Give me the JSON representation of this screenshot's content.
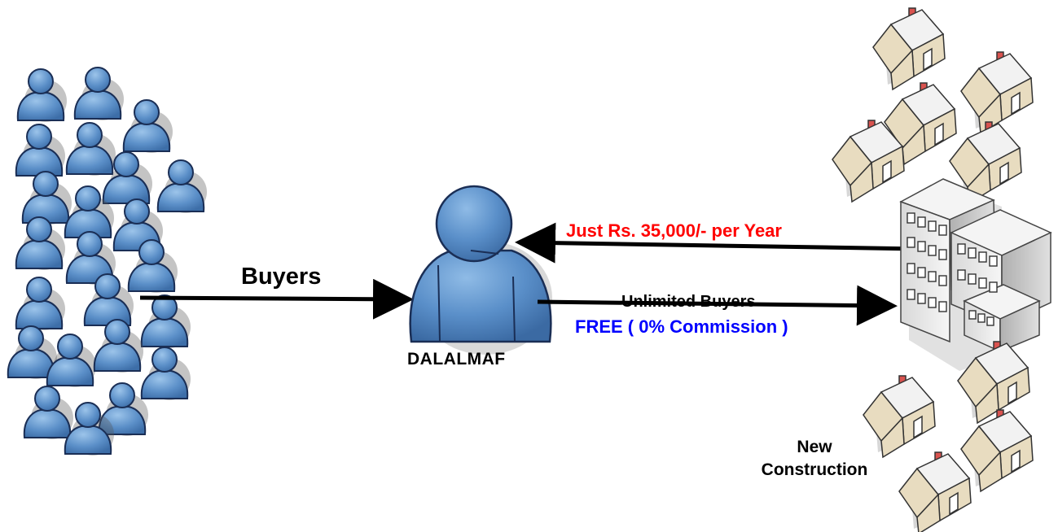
{
  "diagram": {
    "buyers_label": "Buyers",
    "hub_label": "DALALMAF",
    "price_label": "Just Rs. 35,000/- per Year",
    "unlimited_label": "Unlimited Buyers",
    "free_label": "FREE  ( 0% Commission )",
    "new_construction_line1": "New",
    "new_construction_line2": "Construction"
  },
  "colors": {
    "person": "#5b8fc8",
    "person_outline": "#1a2e55",
    "price_text": "#ff0000",
    "free_text": "#0000ff",
    "house_wall": "#e8dcc0",
    "house_roof": "#f2f2f2",
    "chimney": "#d9534f",
    "arrow": "#000000"
  },
  "icons": {
    "buyer": "person-icon",
    "hub": "person-icon",
    "house": "house-icon",
    "building": "building-icon"
  }
}
